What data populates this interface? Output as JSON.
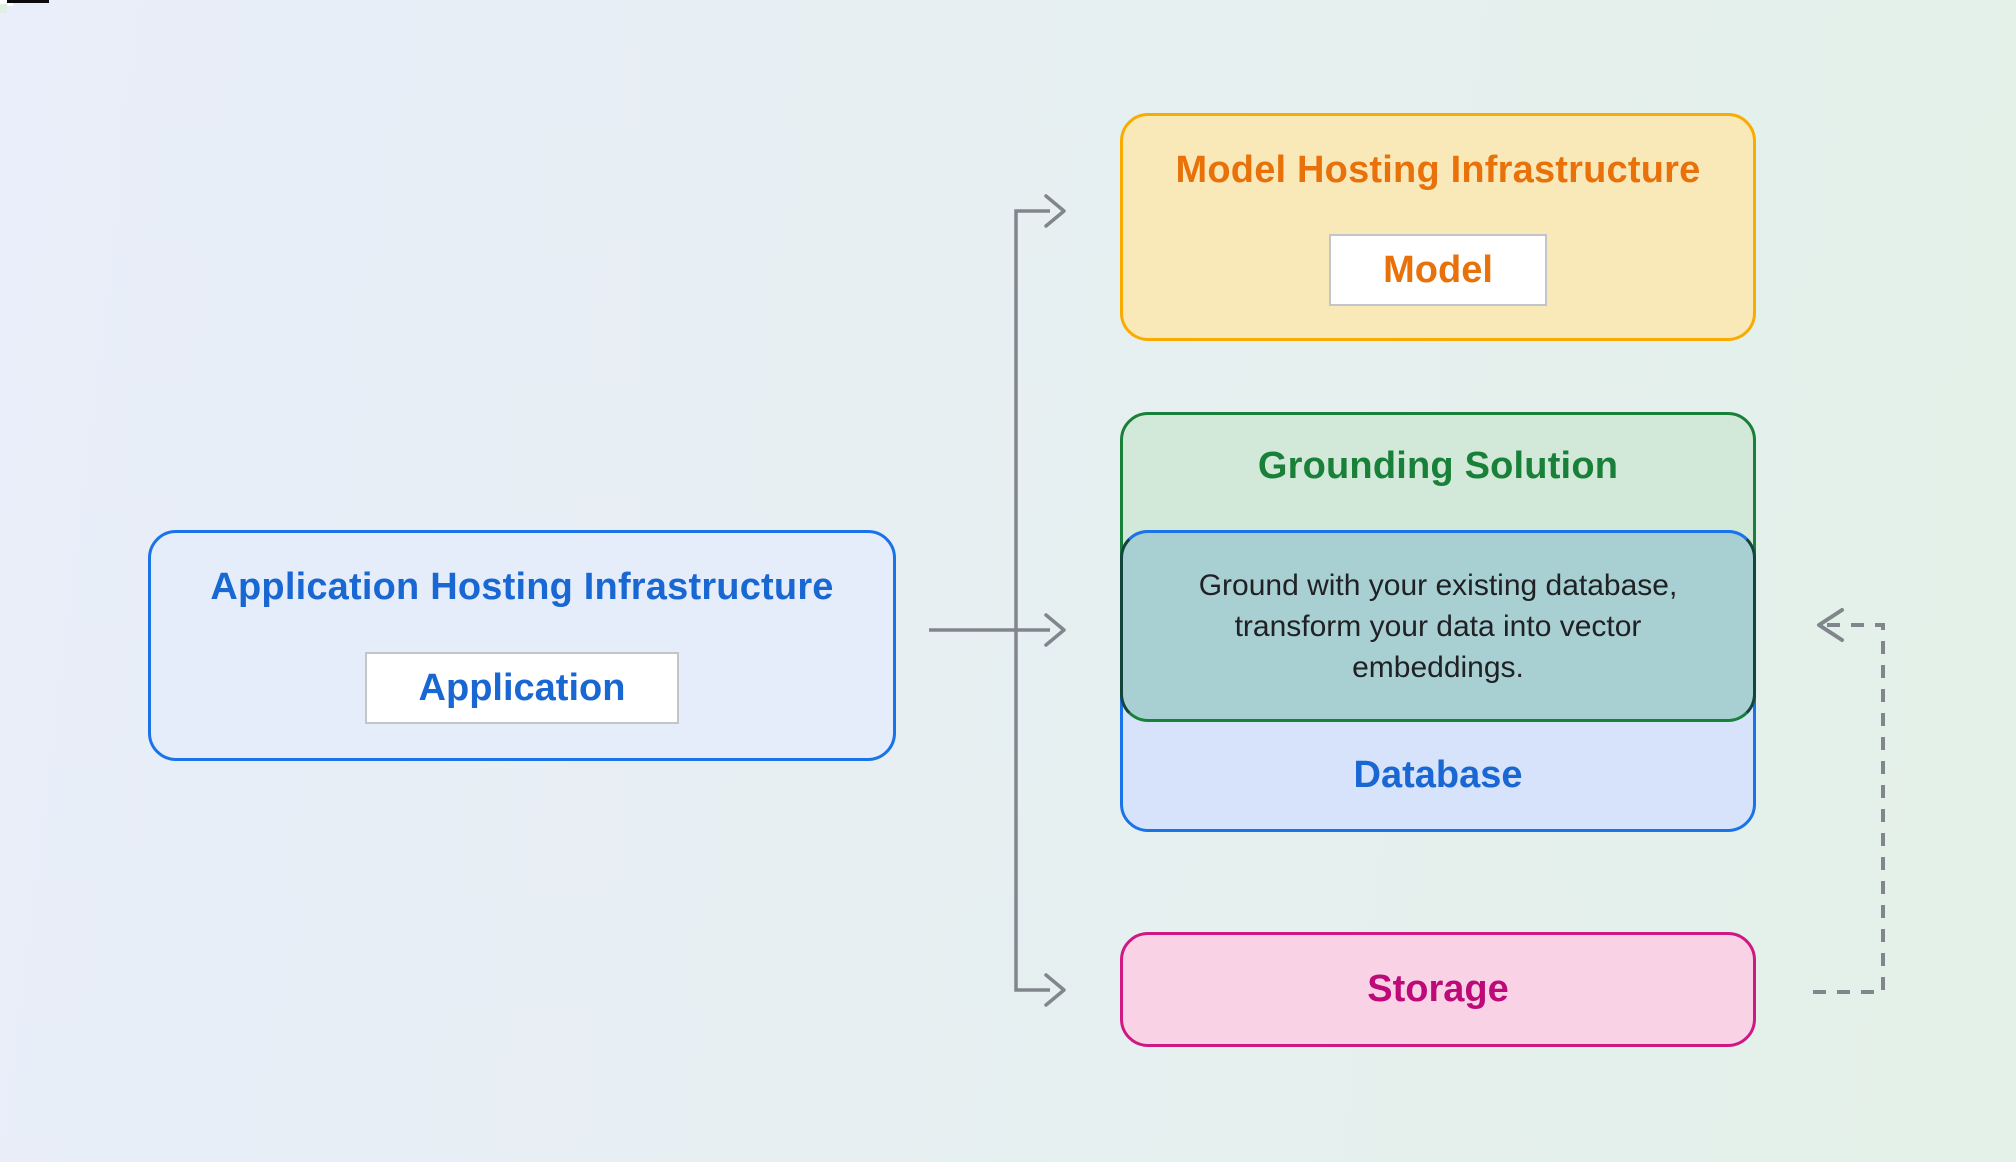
{
  "diagram": {
    "application": {
      "title": "Application Hosting Infrastructure",
      "label": "Application"
    },
    "model": {
      "title": "Model Hosting Infrastructure",
      "label": "Model"
    },
    "grounding": {
      "title": "Grounding Solution",
      "description_lines": [
        "Ground with your existing database,",
        "transform your data into vector",
        "embeddings."
      ],
      "database_label": "Database"
    },
    "storage": {
      "label": "Storage"
    },
    "colors": {
      "background_left": "#E9EEFA",
      "background_right": "#E3F1E8",
      "blue_border": "#1A73E8",
      "blue_fill": "#D6E3FA",
      "blue_text": "#1967D2",
      "orange_border": "#F9AB00",
      "orange_fill": "#FAE9B8",
      "orange_text": "#E8710A",
      "green_border": "#188038",
      "green_fill": "#D2E8D8",
      "green_text": "#188038",
      "teal_overlap_fill": "#A8CFD2",
      "pink_border": "#D01884",
      "pink_fill": "#FAD2E5",
      "pink_text": "#BD0A78",
      "connector_gray": "#80868B",
      "description_text": "#202124"
    }
  }
}
